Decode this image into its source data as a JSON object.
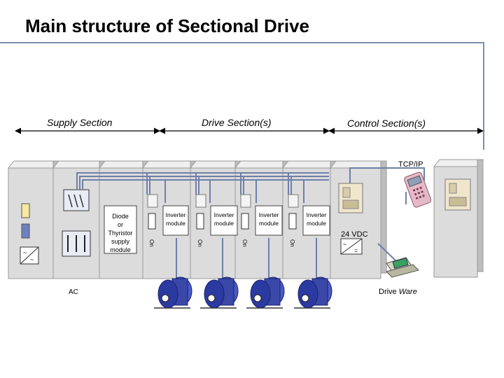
{
  "title": "Main structure of Sectional Drive",
  "sections": {
    "supply": "Supply Section",
    "drive": "Drive Section(s)",
    "control": "Control Section(s)"
  },
  "labels": {
    "tcpip": "TCP/IP",
    "supply_module": [
      "Diode",
      "or",
      "Thyristor",
      "supply",
      "module"
    ],
    "inverter_module": [
      "Inverter",
      "module"
    ],
    "onoff": "On",
    "vdc": "24 VDC",
    "ac": "AC",
    "drive_ware_1": "Drive ",
    "drive_ware_2": "Ware"
  },
  "colors": {
    "cabinet": "#dcdcdc",
    "cabinet_edge": "#9a9a9a",
    "bus_line": "#6f7fa8",
    "motor": "#2b3aa0",
    "frame_line": "#7b8fb0"
  }
}
